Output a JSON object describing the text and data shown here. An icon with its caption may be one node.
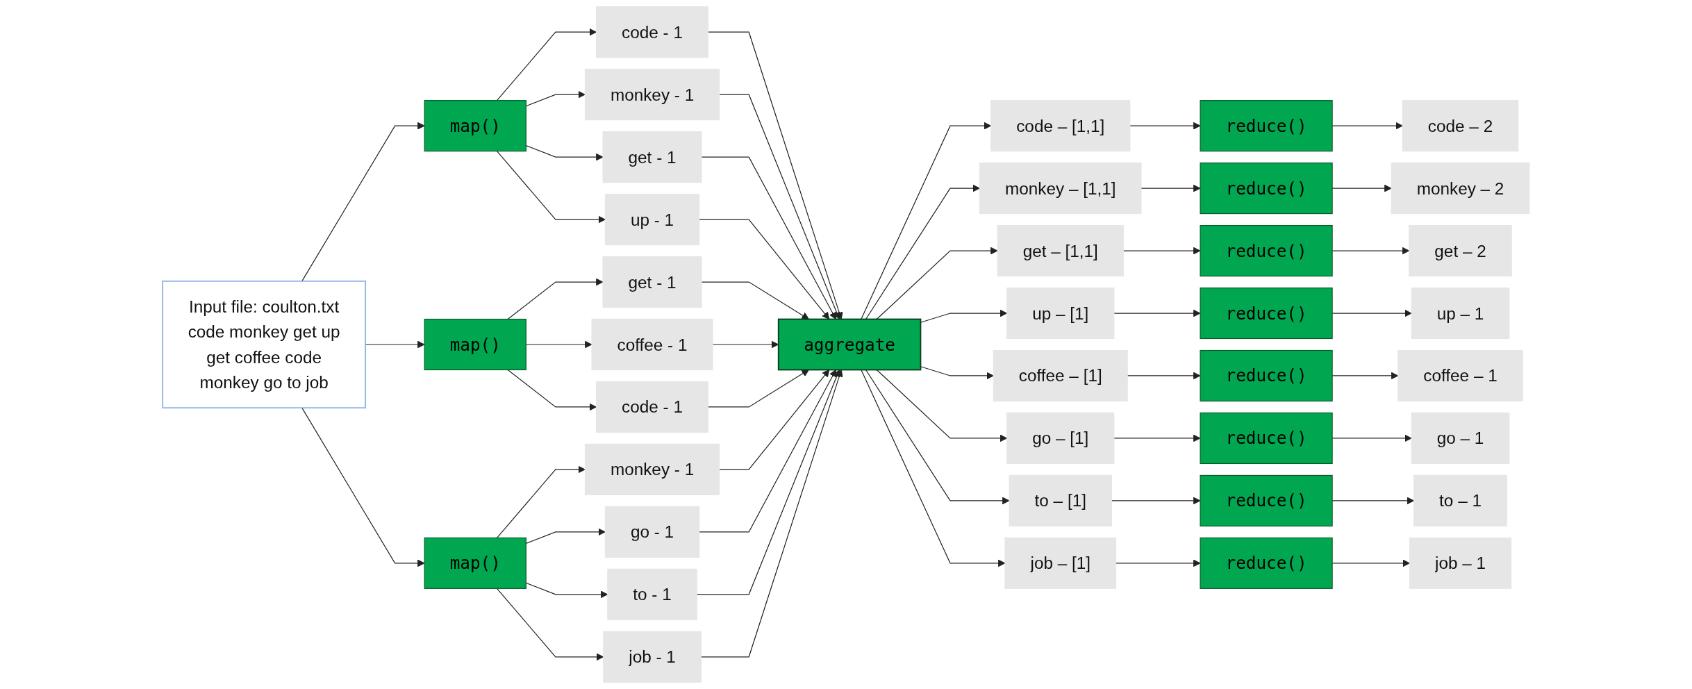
{
  "diagram": {
    "nodes": [
      {
        "text": [
          "Input file: coulton.txt",
          "code monkey get up",
          "get coffee code",
          "monkey go to job"
        ]
      },
      {
        "text": [
          "map()"
        ]
      },
      {
        "text": [
          "map()"
        ]
      },
      {
        "text": [
          "map()"
        ]
      },
      {
        "text": [
          "code - 1"
        ]
      },
      {
        "text": [
          "monkey - 1"
        ]
      },
      {
        "text": [
          "get - 1"
        ]
      },
      {
        "text": [
          "up - 1"
        ]
      },
      {
        "text": [
          "get - 1"
        ]
      },
      {
        "text": [
          "coffee - 1"
        ]
      },
      {
        "text": [
          "code - 1"
        ]
      },
      {
        "text": [
          "monkey - 1"
        ]
      },
      {
        "text": [
          "go - 1"
        ]
      },
      {
        "text": [
          "to - 1"
        ]
      },
      {
        "text": [
          "job - 1"
        ]
      },
      {
        "text": [
          "aggregate"
        ]
      },
      {
        "text": [
          "code – [1,1]"
        ]
      },
      {
        "text": [
          "monkey – [1,1]"
        ]
      },
      {
        "text": [
          "get – [1,1]"
        ]
      },
      {
        "text": [
          "up – [1]"
        ]
      },
      {
        "text": [
          "coffee – [1]"
        ]
      },
      {
        "text": [
          "go – [1]"
        ]
      },
      {
        "text": [
          "to – [1]"
        ]
      },
      {
        "text": [
          "job – [1]"
        ]
      },
      {
        "text": [
          "reduce()"
        ]
      },
      {
        "text": [
          "reduce()"
        ]
      },
      {
        "text": [
          "reduce()"
        ]
      },
      {
        "text": [
          "reduce()"
        ]
      },
      {
        "text": [
          "reduce()"
        ]
      },
      {
        "text": [
          "reduce()"
        ]
      },
      {
        "text": [
          "reduce()"
        ]
      },
      {
        "text": [
          "reduce()"
        ]
      },
      {
        "text": [
          "code – 2"
        ]
      },
      {
        "text": [
          "monkey – 2"
        ]
      },
      {
        "text": [
          "get – 2"
        ]
      },
      {
        "text": [
          "up – 1"
        ]
      },
      {
        "text": [
          "coffee – 1"
        ]
      },
      {
        "text": [
          "go – 1"
        ]
      },
      {
        "text": [
          "to – 1"
        ]
      },
      {
        "text": [
          "job – 1"
        ]
      }
    ],
    "edges": [
      {
        "from": 0,
        "to": 1,
        "arrow": "to"
      },
      {
        "from": 0,
        "to": 2,
        "arrow": "to"
      },
      {
        "from": 0,
        "to": 3,
        "arrow": "to"
      },
      {
        "from": 1,
        "to": 4,
        "arrow": "to"
      },
      {
        "from": 1,
        "to": 5,
        "arrow": "to"
      },
      {
        "from": 1,
        "to": 6,
        "arrow": "to"
      },
      {
        "from": 1,
        "to": 7,
        "arrow": "to"
      },
      {
        "from": 2,
        "to": 8,
        "arrow": "to"
      },
      {
        "from": 2,
        "to": 9,
        "arrow": "to"
      },
      {
        "from": 2,
        "to": 10,
        "arrow": "to"
      },
      {
        "from": 3,
        "to": 11,
        "arrow": "to"
      },
      {
        "from": 3,
        "to": 12,
        "arrow": "to"
      },
      {
        "from": 3,
        "to": 13,
        "arrow": "to"
      },
      {
        "from": 3,
        "to": 14,
        "arrow": "to"
      },
      {
        "from": 4,
        "to": 15,
        "arrow": "to"
      },
      {
        "from": 5,
        "to": 15,
        "arrow": "to"
      },
      {
        "from": 6,
        "to": 15,
        "arrow": "to"
      },
      {
        "from": 7,
        "to": 15,
        "arrow": "to"
      },
      {
        "from": 8,
        "to": 15,
        "arrow": "to"
      },
      {
        "from": 9,
        "to": 15,
        "arrow": "to"
      },
      {
        "from": 10,
        "to": 15,
        "arrow": "to"
      },
      {
        "from": 11,
        "to": 15,
        "arrow": "to"
      },
      {
        "from": 12,
        "to": 15,
        "arrow": "to"
      },
      {
        "from": 13,
        "to": 15,
        "arrow": "to"
      },
      {
        "from": 14,
        "to": 15,
        "arrow": "to"
      },
      {
        "from": 15,
        "to": 16,
        "arrow": "to"
      },
      {
        "from": 15,
        "to": 17,
        "arrow": "to"
      },
      {
        "from": 15,
        "to": 18,
        "arrow": "to"
      },
      {
        "from": 15,
        "to": 19,
        "arrow": "to"
      },
      {
        "from": 15,
        "to": 20,
        "arrow": "to"
      },
      {
        "from": 15,
        "to": 21,
        "arrow": "to"
      },
      {
        "from": 15,
        "to": 22,
        "arrow": "to"
      },
      {
        "from": 15,
        "to": 23,
        "arrow": "to"
      },
      {
        "from": 16,
        "to": 24,
        "arrow": "to"
      },
      {
        "from": 17,
        "to": 25,
        "arrow": "to"
      },
      {
        "from": 18,
        "to": 26,
        "arrow": "to"
      },
      {
        "from": 19,
        "to": 27,
        "arrow": "to"
      },
      {
        "from": 20,
        "to": 28,
        "arrow": "to"
      },
      {
        "from": 21,
        "to": 29,
        "arrow": "to"
      },
      {
        "from": 22,
        "to": 30,
        "arrow": "to"
      },
      {
        "from": 23,
        "to": 31,
        "arrow": "to"
      },
      {
        "from": 24,
        "to": 32,
        "arrow": "to"
      },
      {
        "from": 25,
        "to": 33,
        "arrow": "to"
      },
      {
        "from": 26,
        "to": 34,
        "arrow": "to"
      },
      {
        "from": 27,
        "to": 35,
        "arrow": "to"
      },
      {
        "from": 28,
        "to": 36,
        "arrow": "to"
      },
      {
        "from": 29,
        "to": 37,
        "arrow": "to"
      },
      {
        "from": 30,
        "to": 38,
        "arrow": "to"
      },
      {
        "from": 31,
        "to": 39,
        "arrow": "to"
      }
    ]
  }
}
